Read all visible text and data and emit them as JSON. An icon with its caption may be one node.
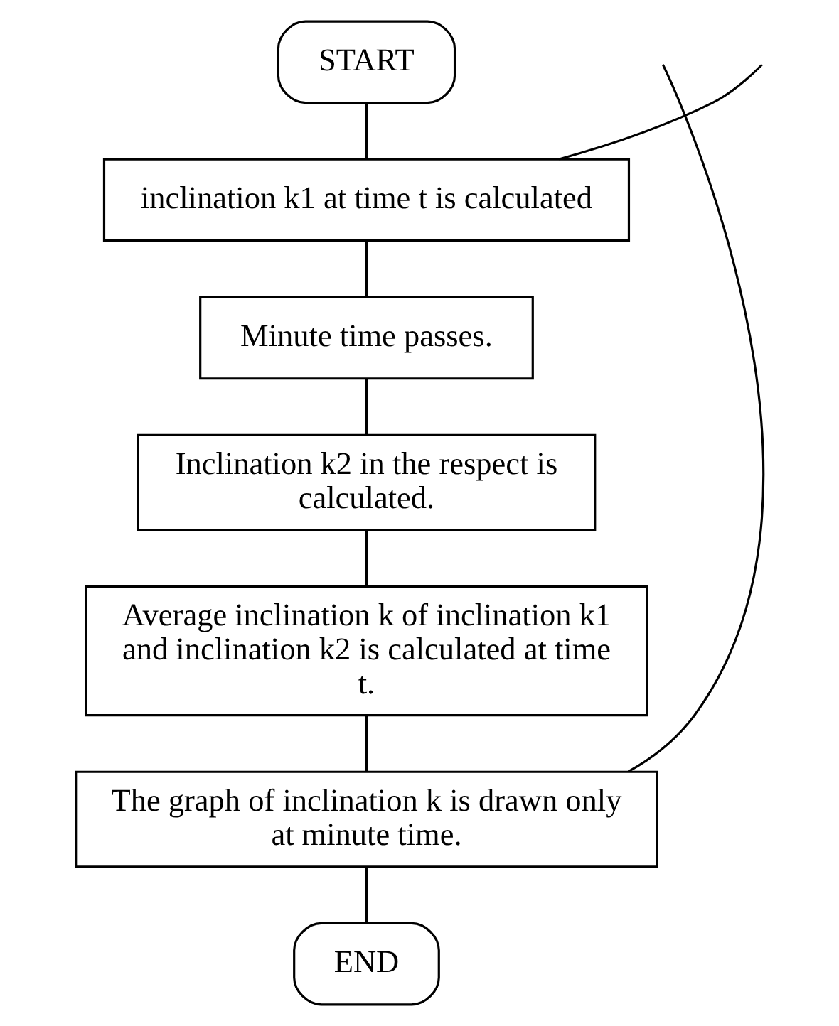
{
  "diagram": {
    "nodes": [
      {
        "text": [
          "START"
        ]
      },
      {
        "text": [
          "inclination k1 at time t is calculated"
        ]
      },
      {
        "text": [
          "Minute time passes."
        ]
      },
      {
        "text": [
          "Inclination k2 in the respect is calculated."
        ]
      },
      {
        "text": [
          "Average inclination k of inclination k1 and inclination k2 is calculated at time t."
        ]
      },
      {
        "text": [
          "The graph of inclination k is drawn only at minute time."
        ]
      },
      {
        "text": [
          "END"
        ]
      }
    ],
    "edges": [
      {
        "from": 0,
        "to": 1,
        "arrow": "none"
      },
      {
        "from": 1,
        "to": 2,
        "arrow": "none"
      },
      {
        "from": 2,
        "to": 3,
        "arrow": "none"
      },
      {
        "from": 3,
        "to": 4,
        "arrow": "none"
      },
      {
        "from": 4,
        "to": 5,
        "arrow": "none"
      },
      {
        "from": 5,
        "to": 6,
        "arrow": "none"
      },
      {
        "from": null,
        "to": 1,
        "arrow": "none"
      },
      {
        "from": 5,
        "to": null,
        "arrow": "none"
      }
    ]
  }
}
